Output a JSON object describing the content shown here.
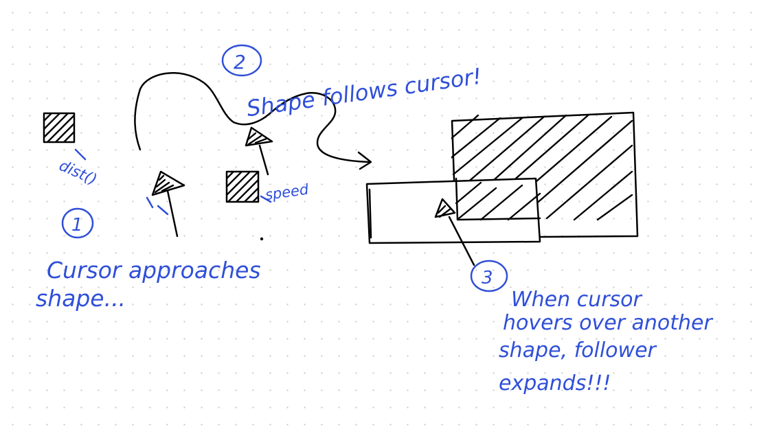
{
  "colors": {
    "ink": "#000000",
    "annotation": "#2f4fd8",
    "grid_dot": "#c9c9c9",
    "background": "#ffffff"
  },
  "steps": [
    {
      "number": "1",
      "caption_lines": [
        "Cursor approaches",
        "shape..."
      ]
    },
    {
      "number": "2",
      "caption_lines": [
        "Shape follows cursor!"
      ]
    },
    {
      "number": "3",
      "caption_lines": [
        "When cursor",
        "hovers over another",
        "shape, follower",
        "expands!!!"
      ]
    }
  ],
  "labels": {
    "distance": "dist()",
    "speed": "speed"
  },
  "icons": [
    "cursor-arrow-icon",
    "square-shape-icon",
    "rectangle-shape-icon"
  ]
}
